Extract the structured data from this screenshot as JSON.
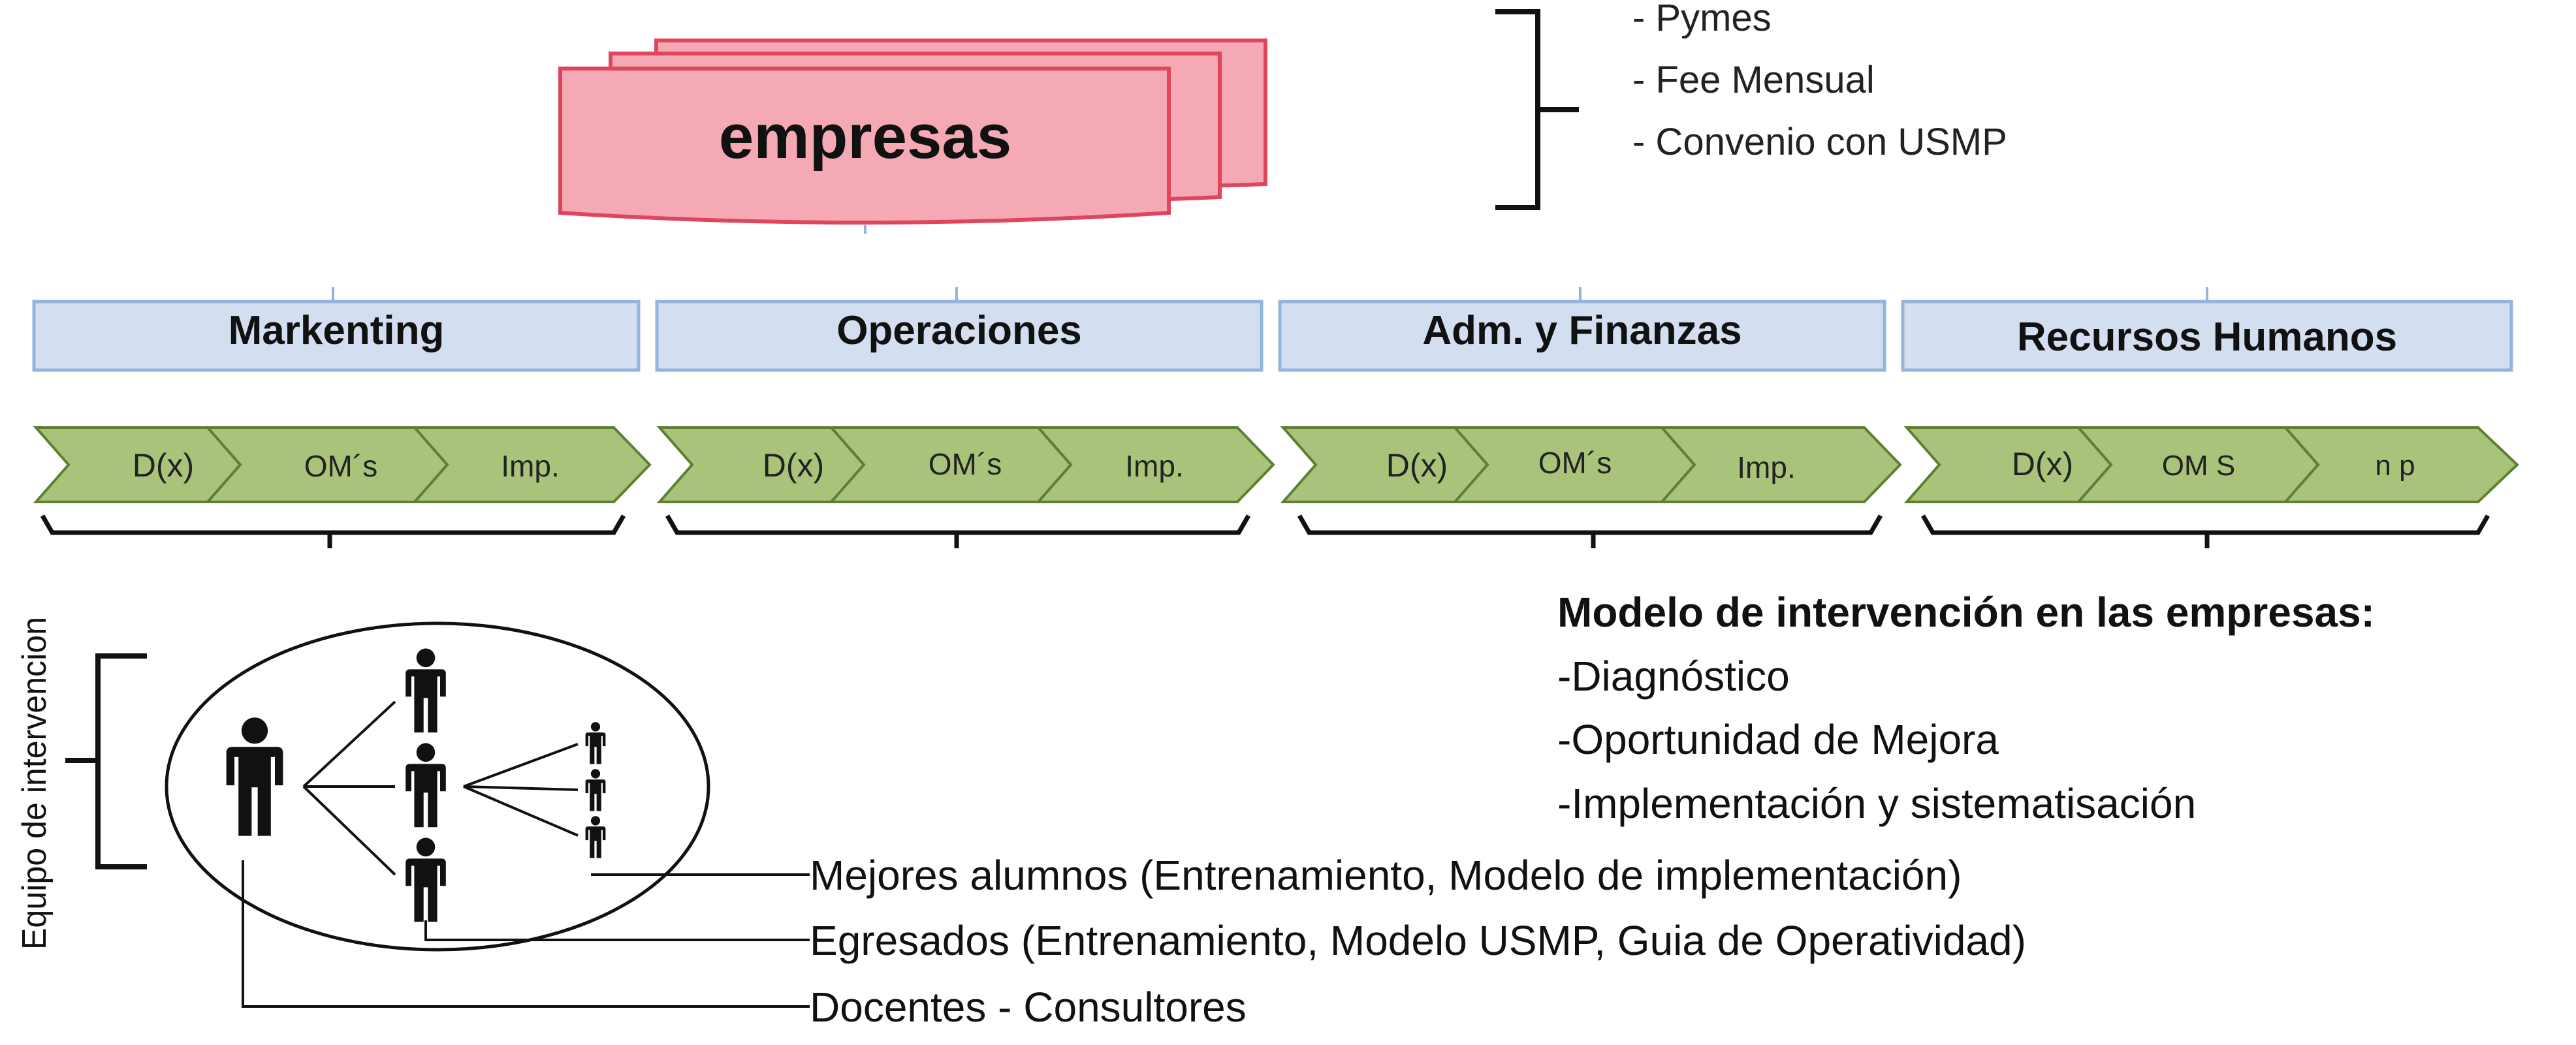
{
  "company": {
    "label": "empresas",
    "features": [
      "- Pymes",
      "- Fee Mensual",
      "- Convenio con USMP"
    ]
  },
  "areas": [
    {
      "name": "Markenting",
      "steps": [
        "D(x)",
        "OM´s",
        "Imp."
      ]
    },
    {
      "name": "Operaciones",
      "steps": [
        "D(x)",
        "OM´s",
        "Imp."
      ]
    },
    {
      "name": "Adm. y Finanzas",
      "steps": [
        "D(x)",
        "OM´s",
        "Imp."
      ]
    },
    {
      "name": "Recursos Humanos",
      "steps": [
        "D(x)",
        "OM S",
        "n p"
      ]
    }
  ],
  "model": {
    "heading": "Modelo de intervención en las empresas:",
    "items": [
      "-Diagnóstico",
      "-Oportunidad de Mejora",
      "-Implementación y sistematisación"
    ]
  },
  "team": {
    "label": "Equipo de intervencion",
    "roles": [
      "Mejores alumnos (Entrenamiento, Modelo de implementación)",
      "Egresados (Entrenamiento, Modelo USMP, Guia de Operatividad)",
      "Docentes - Consultores"
    ]
  },
  "colors": {
    "card_fill": "#f4a9b4",
    "card_stroke": "#e0455e",
    "area_fill": "#d3dff0",
    "area_stroke": "#93b4dc",
    "chevron_fill": "#a9c47a",
    "chevron_stroke": "#5f7f33",
    "ink": "#111111"
  }
}
